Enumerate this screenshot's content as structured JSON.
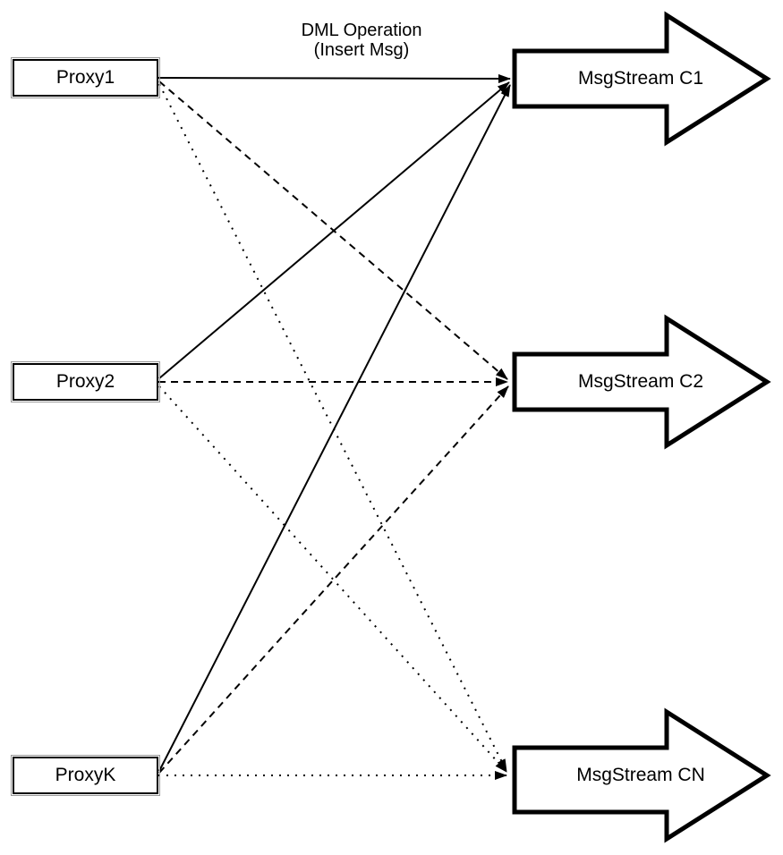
{
  "diagram": {
    "title_edge_label": "DML Operation\n(Insert Msg)",
    "proxies": [
      {
        "id": "proxy1",
        "label": "Proxy1"
      },
      {
        "id": "proxy2",
        "label": "Proxy2"
      },
      {
        "id": "proxyk",
        "label": "ProxyK"
      }
    ],
    "streams": [
      {
        "id": "c1",
        "label": "MsgStream C1"
      },
      {
        "id": "c2",
        "label": "MsgStream C2"
      },
      {
        "id": "cn",
        "label": "MsgStream CN"
      }
    ],
    "edges": [
      {
        "from": "Proxy1",
        "to": "MsgStream C1",
        "style": "solid",
        "label": "DML Operation (Insert Msg)"
      },
      {
        "from": "Proxy1",
        "to": "MsgStream C2",
        "style": "dashed",
        "label": ""
      },
      {
        "from": "Proxy1",
        "to": "MsgStream CN",
        "style": "dotted",
        "label": ""
      },
      {
        "from": "Proxy2",
        "to": "MsgStream C1",
        "style": "solid",
        "label": ""
      },
      {
        "from": "Proxy2",
        "to": "MsgStream C2",
        "style": "dashed",
        "label": ""
      },
      {
        "from": "Proxy2",
        "to": "MsgStream CN",
        "style": "dotted",
        "label": ""
      },
      {
        "from": "ProxyK",
        "to": "MsgStream C1",
        "style": "solid",
        "label": ""
      },
      {
        "from": "ProxyK",
        "to": "MsgStream C2",
        "style": "dashed",
        "label": ""
      },
      {
        "from": "ProxyK",
        "to": "MsgStream CN",
        "style": "dotted",
        "label": ""
      }
    ],
    "colors": {
      "stroke": "#000000",
      "shape_fill": "#ffffff",
      "box_outer_outline": "#999999",
      "background": "#ffffff"
    }
  }
}
